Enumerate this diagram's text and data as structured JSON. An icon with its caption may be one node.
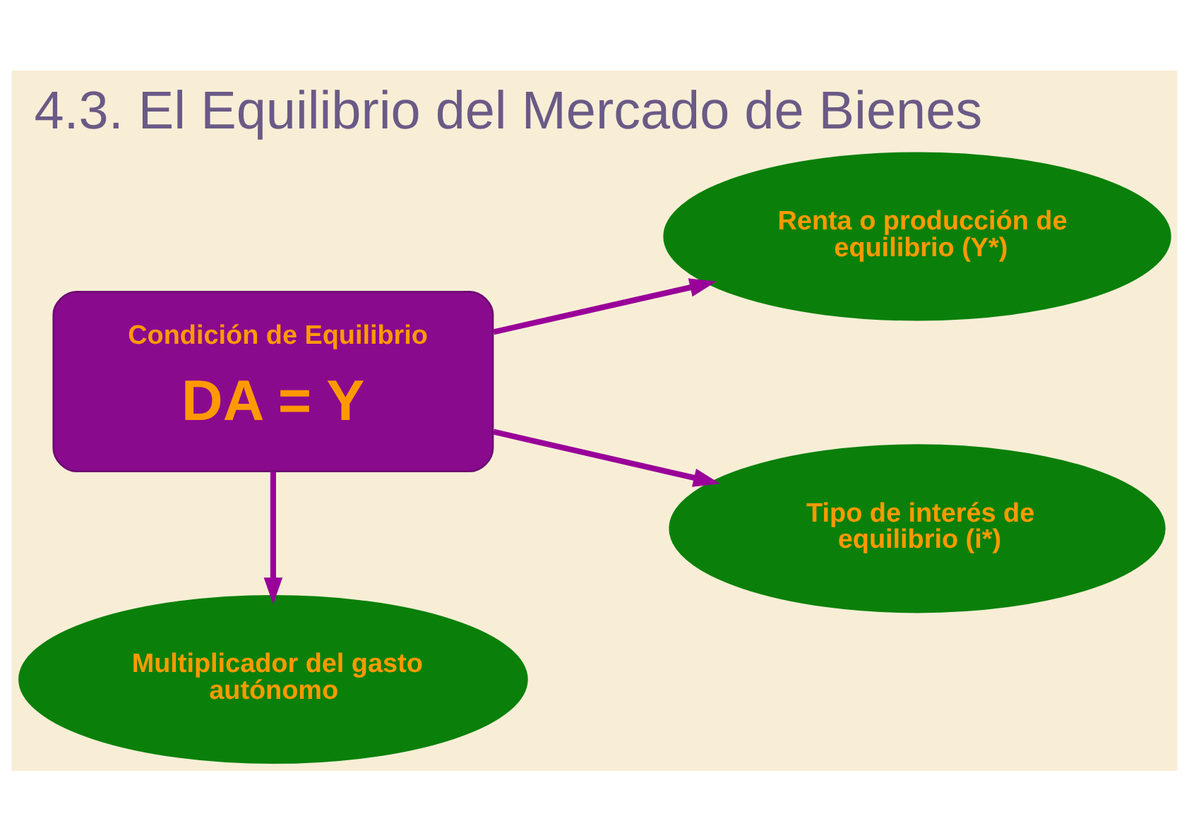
{
  "diagram": {
    "title": "4.3. El Equilibrio del Mercado de Bienes",
    "nodes": [
      {
        "text": [
          "Condición de Equilibrio",
          "DA = Y"
        ]
      },
      {
        "text": [
          "Renta o producción de equilibrio (Y*)"
        ]
      },
      {
        "text": [
          "Multiplicador del gasto autónomo"
        ]
      },
      {
        "text": [
          "Tipo de interés de equilibrio (i*)"
        ]
      }
    ],
    "edges": [
      {
        "from": 0,
        "to": 2,
        "arrow": "to"
      },
      {
        "from": 0,
        "to": 1,
        "arrow": "to"
      },
      {
        "from": 0,
        "to": 3,
        "arrow": "to"
      }
    ]
  }
}
